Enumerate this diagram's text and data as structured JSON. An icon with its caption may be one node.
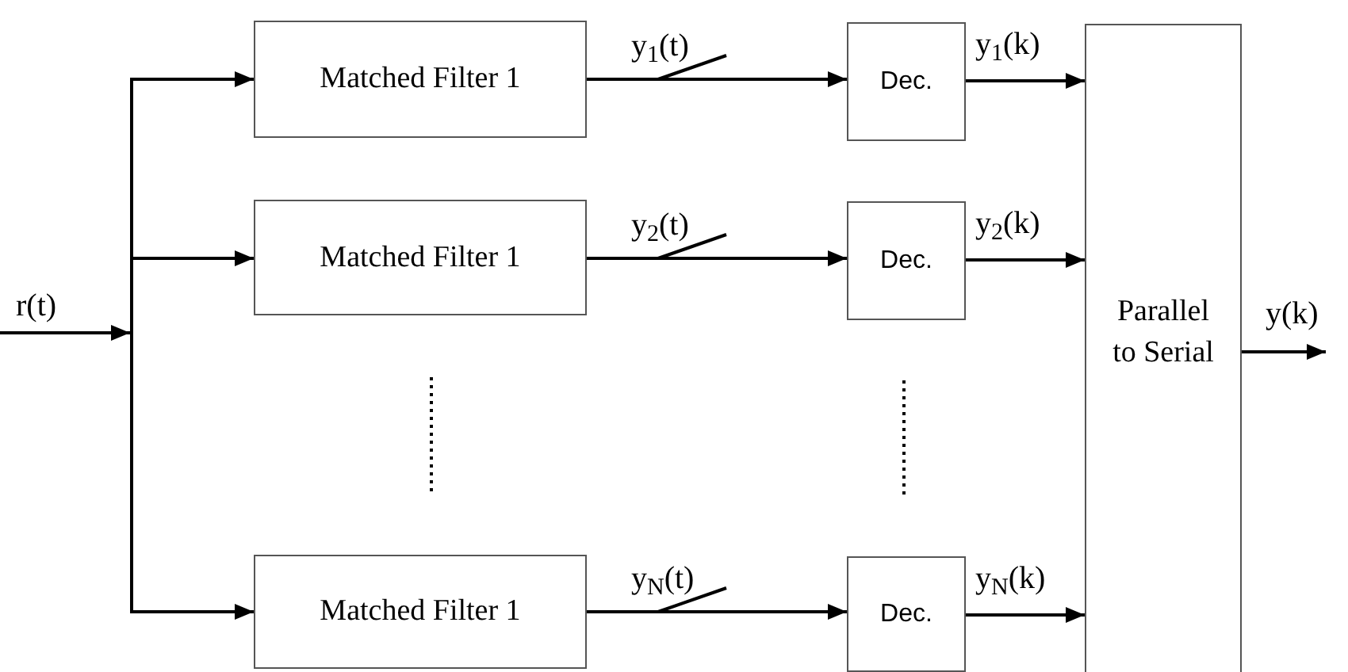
{
  "diagram": {
    "nodes": [
      {
        "text": [
          "Matched Filter 1"
        ]
      },
      {
        "text": [
          "Matched Filter 1"
        ]
      },
      {
        "text": [
          "Matched Filter 1"
        ]
      },
      {
        "text": [
          "Dec."
        ]
      },
      {
        "text": [
          "Dec."
        ]
      },
      {
        "text": [
          "Dec."
        ]
      },
      {
        "text": [
          "Parallel to Serial"
        ]
      }
    ],
    "edges": [
      {
        "from": null,
        "to": 0,
        "arrow": "to"
      },
      {
        "from": null,
        "to": 1,
        "arrow": "to"
      },
      {
        "from": null,
        "to": 2,
        "arrow": "to"
      },
      {
        "from": 0,
        "to": 3,
        "arrow": "to",
        "label": "y$_{1}$(t)"
      },
      {
        "from": 1,
        "to": 4,
        "arrow": "to",
        "label": "y$_{2}$(t)"
      },
      {
        "from": 2,
        "to": 5,
        "arrow": "to",
        "label": "y$_{N}$(t)"
      },
      {
        "from": 3,
        "to": 6,
        "arrow": "to",
        "label": "y$_{1}$(k)"
      },
      {
        "from": 4,
        "to": 6,
        "arrow": "to",
        "label": "y$_{2}$(k)"
      },
      {
        "from": 5,
        "to": 6,
        "arrow": "to",
        "label": "y$_{N}$(k)"
      },
      {
        "from": 6,
        "to": null,
        "arrow": "to",
        "label": "y(k)"
      }
    ],
    "labels": [
      "r(t)"
    ]
  }
}
